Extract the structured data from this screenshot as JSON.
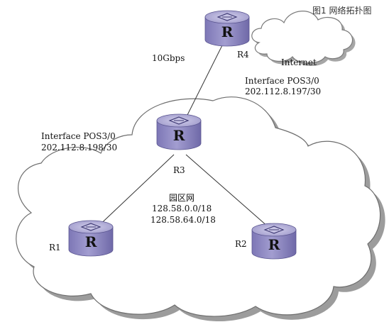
{
  "figure_title": "图1 网络拓扑图",
  "routers": [
    {
      "id": "R4",
      "label": "R4",
      "glyph": "R"
    },
    {
      "id": "R3",
      "label": "R3",
      "glyph": "R"
    },
    {
      "id": "R1",
      "label": "R1",
      "glyph": "R"
    },
    {
      "id": "R2",
      "label": "R2",
      "glyph": "R"
    }
  ],
  "internet_label": "Internet",
  "link_speed": "10Gbps",
  "interface_r4": {
    "name": "Interface POS3/0",
    "ip": "202.112.8.197/30"
  },
  "interface_r3": {
    "name": "Interface POS3/0",
    "ip": "202.112.8.198/30"
  },
  "campus": {
    "name": "园区网",
    "subnet1": "128.58.0.0/18",
    "subnet2": "128.58.64.0/18"
  },
  "colors": {
    "router_top": "#b8b4dc",
    "router_body": "#8d87c2",
    "router_dark": "#6a649e",
    "cloud_shadow": "#9c9c9c"
  }
}
